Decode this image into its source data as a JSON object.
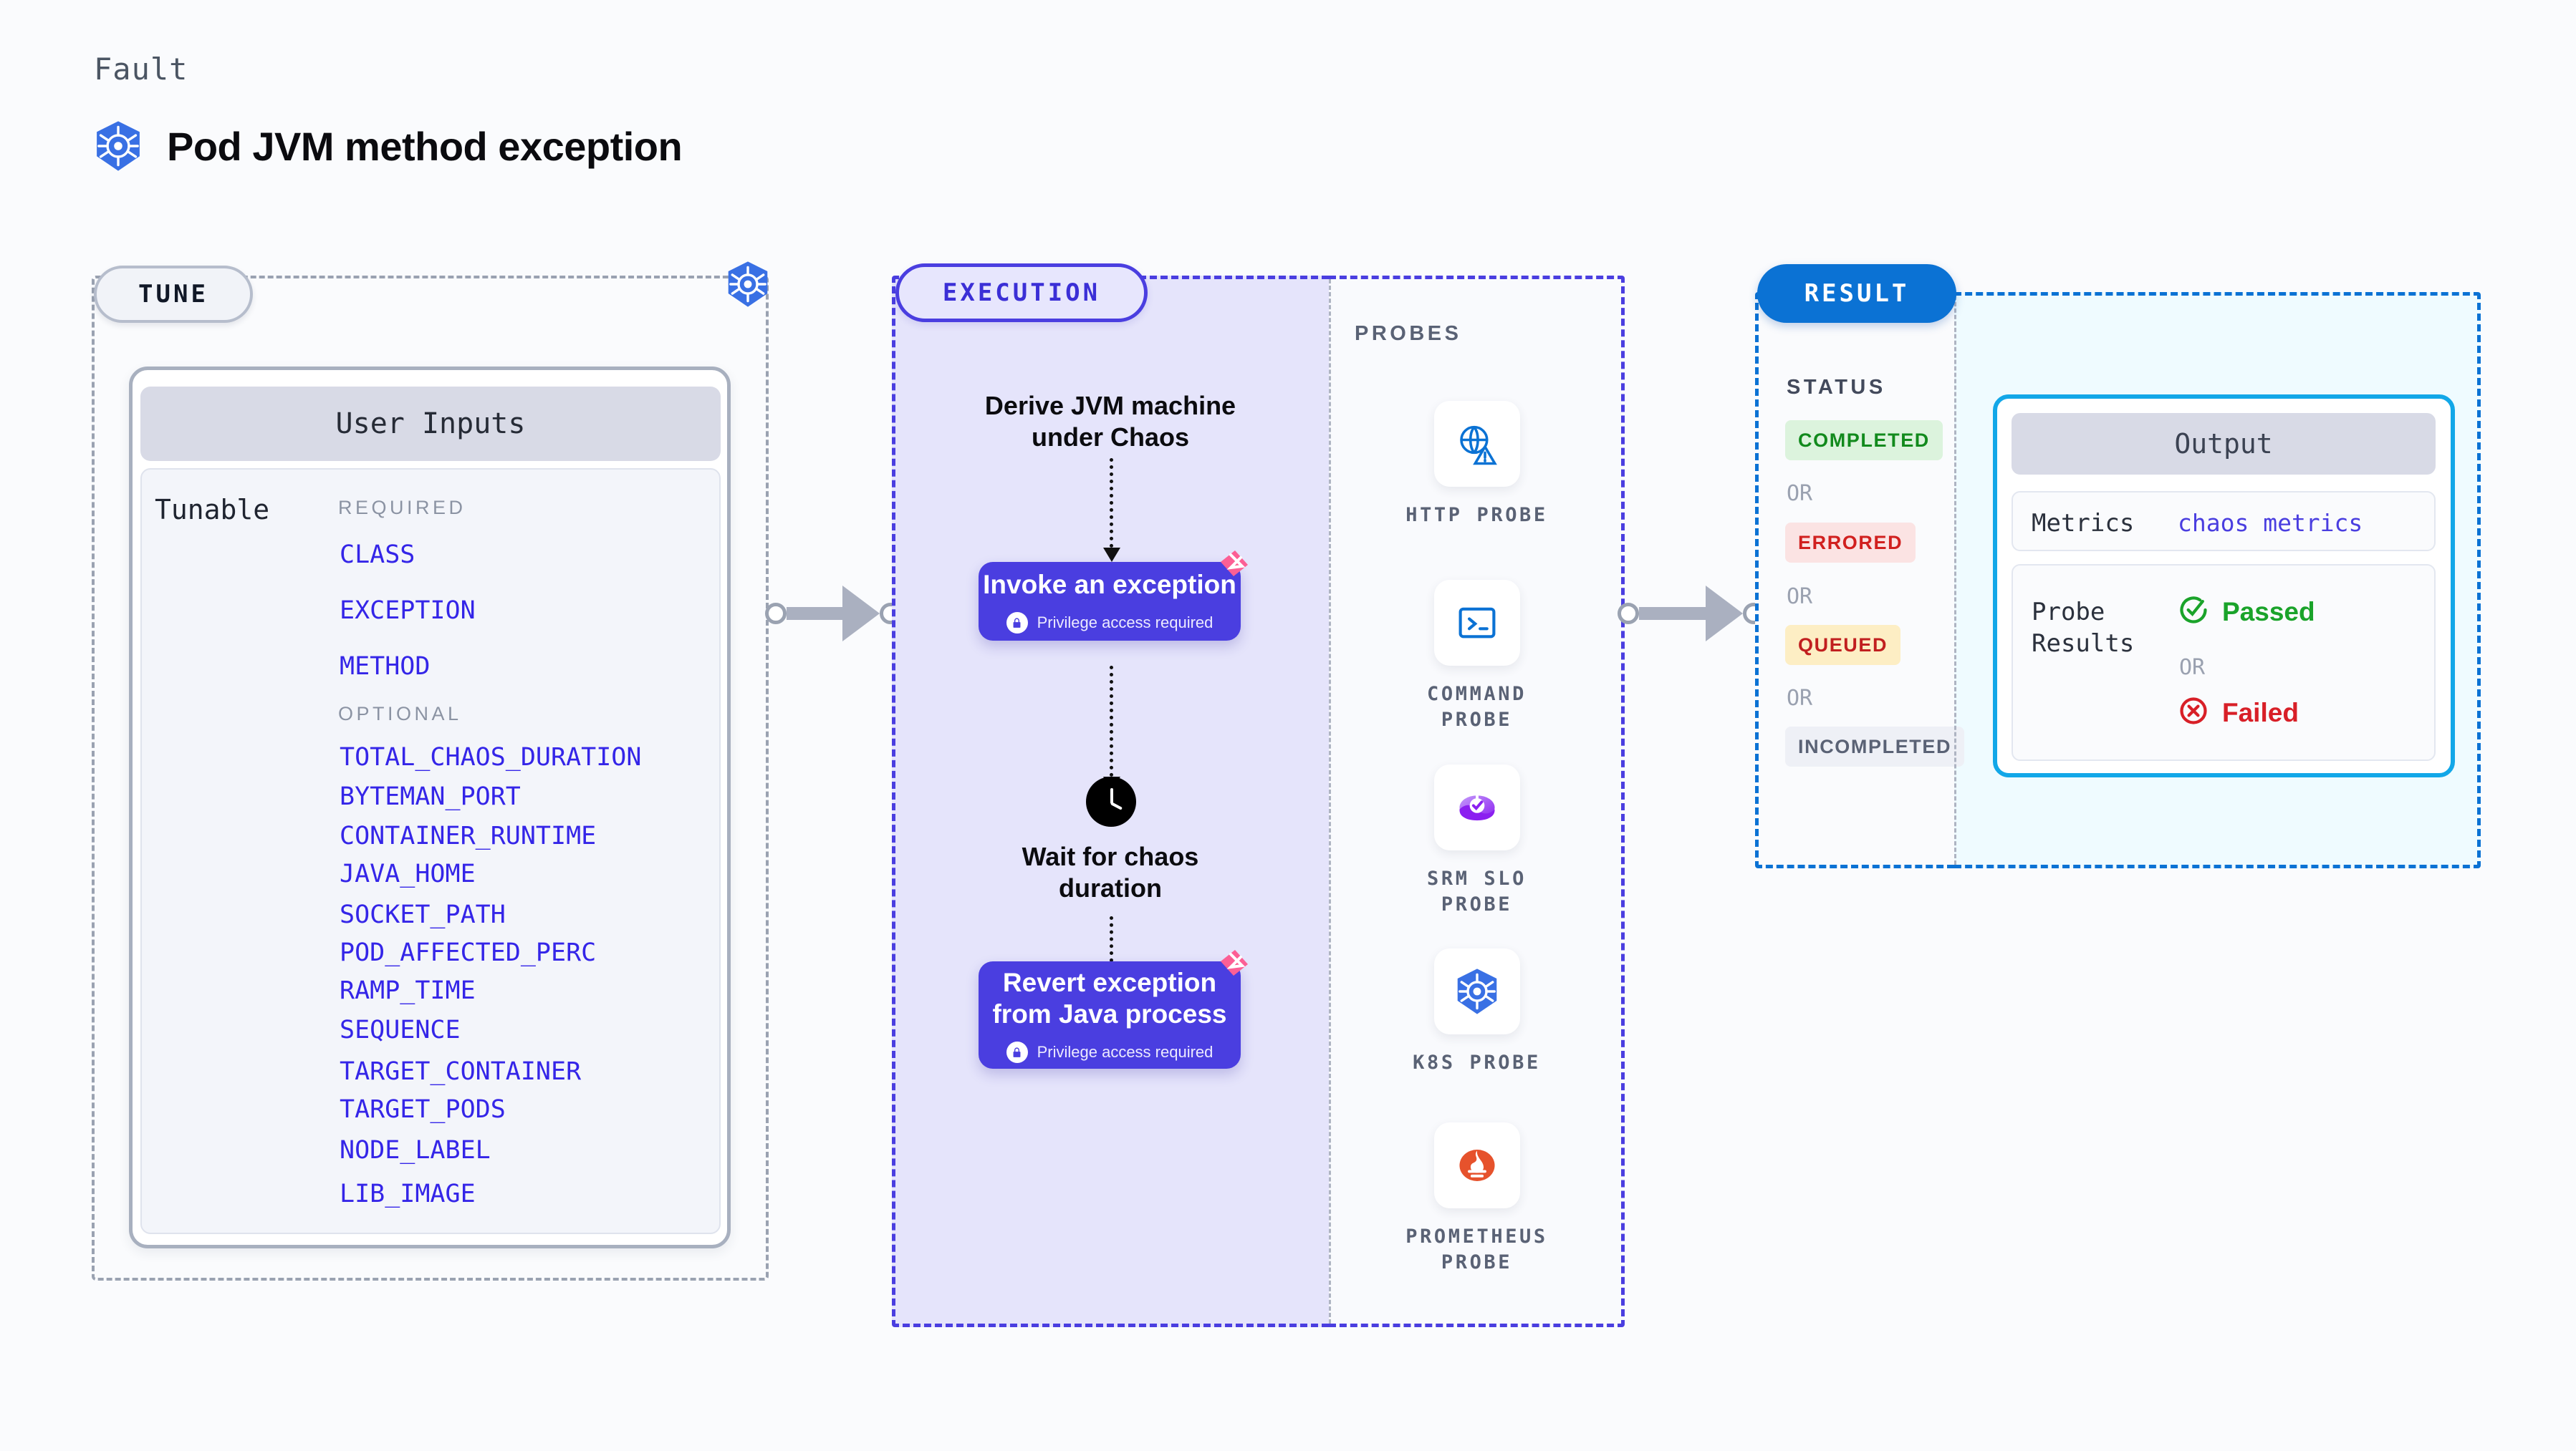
{
  "header": {
    "kicker": "Fault",
    "title": "Pod JVM method exception",
    "icon": "kubernetes-icon"
  },
  "tune": {
    "label": "TUNE",
    "badge_icon": "kubernetes-icon",
    "card_title": "User Inputs",
    "tunable_label": "Tunable",
    "required_label": "REQUIRED",
    "required": [
      "CLASS",
      "EXCEPTION",
      "METHOD"
    ],
    "optional_label": "OPTIONAL",
    "optional": [
      "TOTAL_CHAOS_DURATION",
      "BYTEMAN_PORT",
      "CONTAINER_RUNTIME",
      "JAVA_HOME",
      "SOCKET_PATH",
      "POD_AFFECTED_PERC",
      "RAMP_TIME",
      "SEQUENCE",
      "TARGET_CONTAINER",
      "TARGET_PODS",
      "NODE_LABEL",
      "LIB_IMAGE"
    ]
  },
  "execution": {
    "label": "EXECUTION",
    "step1": "Derive JVM machine\nunder Chaos",
    "step2_title": "Invoke an exception",
    "step2_note": "Privilege access required",
    "step3": "Wait for chaos\nduration",
    "step3_icon": "clock-icon",
    "step4_title": "Revert exception\nfrom Java process",
    "step4_note": "Privilege access required",
    "badge_icon": "litmus-icon"
  },
  "probes": {
    "title": "PROBES",
    "items": [
      {
        "caption": "HTTP PROBE",
        "icon": "globe-warning-icon"
      },
      {
        "caption": "COMMAND\nPROBE",
        "icon": "terminal-icon"
      },
      {
        "caption": "SRM SLO\nPROBE",
        "icon": "srm-slo-icon"
      },
      {
        "caption": "K8S PROBE",
        "icon": "kubernetes-icon"
      },
      {
        "caption": "PROMETHEUS\nPROBE",
        "icon": "prometheus-icon"
      }
    ]
  },
  "result": {
    "label": "RESULT",
    "status_title": "STATUS",
    "or_label": "OR",
    "statuses": [
      {
        "text": "COMPLETED",
        "bg": "#dcf3dd",
        "fg": "#128a1d"
      },
      {
        "text": "ERRORED",
        "bg": "#fbe3e3",
        "fg": "#d1201f"
      },
      {
        "text": "QUEUED",
        "bg": "#fdeec4",
        "fg": "#c11f1f"
      },
      {
        "text": "INCOMPLETED",
        "bg": "#eef0f6",
        "fg": "#5a6275"
      }
    ],
    "output": {
      "title": "Output",
      "metrics_label": "Metrics",
      "metrics_value": "chaos metrics",
      "probe_results_label": "Probe\nResults",
      "passed": "Passed",
      "failed": "Failed",
      "or_label": "OR",
      "passed_color": "#1aa32a",
      "failed_color": "#d81f27"
    }
  },
  "colors": {
    "accent_purple": "#4a3ee0",
    "accent_blue": "#0b72d4",
    "k8s_blue": "#3970e4",
    "litmus_pink": "#fc5f95",
    "cyan_border": "#12a7e8"
  }
}
